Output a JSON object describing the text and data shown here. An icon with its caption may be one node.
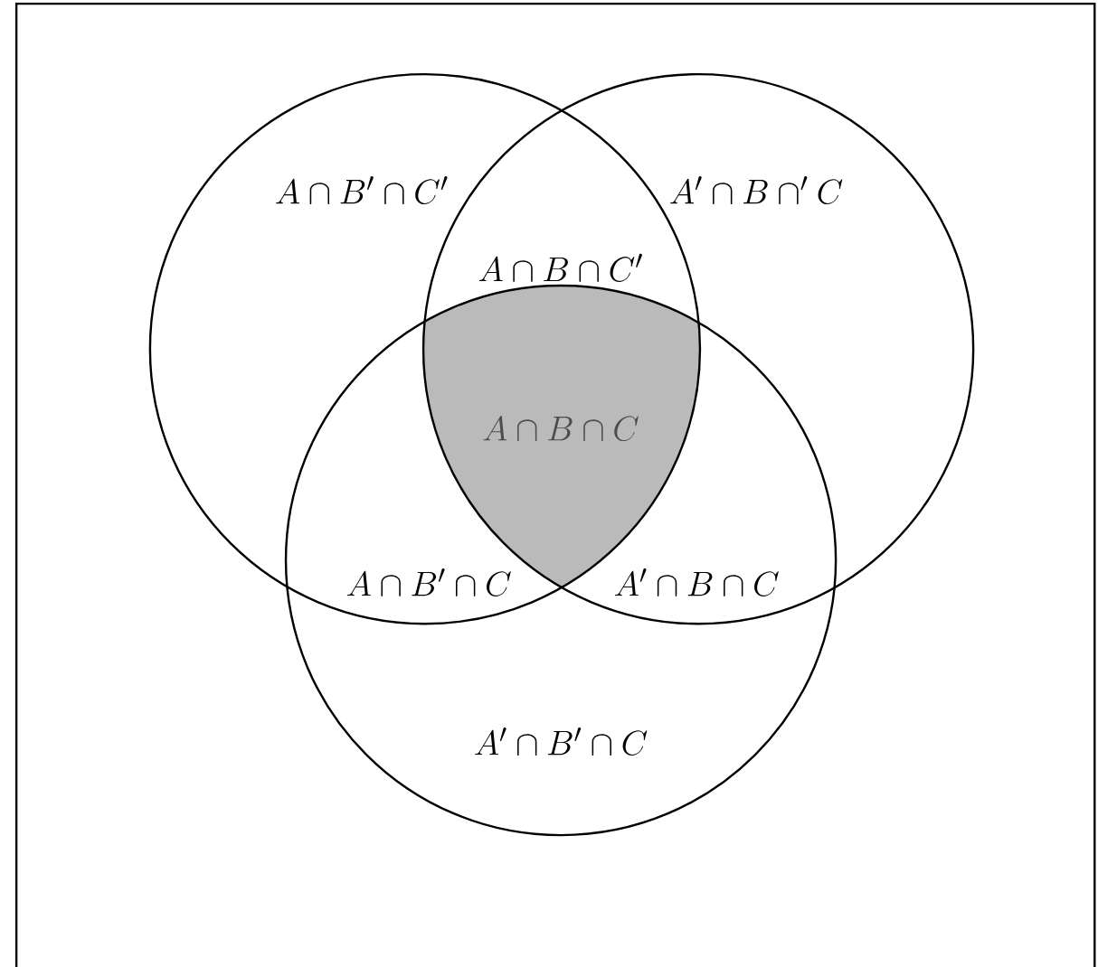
{
  "diagram": {
    "nodes": [
      {
        "text": [],
        "shape": "circle"
      },
      {
        "text": [],
        "shape": "circle"
      },
      {
        "text": [],
        "shape": "circle"
      }
    ],
    "edges": [],
    "labels": [
      "A\\cap B'\\cap C'",
      "A'\\cap B\\cap 'C",
      "A\\cap B\\cap C'",
      "A\\cap B\\cap C",
      "A\\cap B'\\cap C",
      "A'\\cap B\\cap C",
      "A'\\cap B'\\cap C"
    ]
  }
}
